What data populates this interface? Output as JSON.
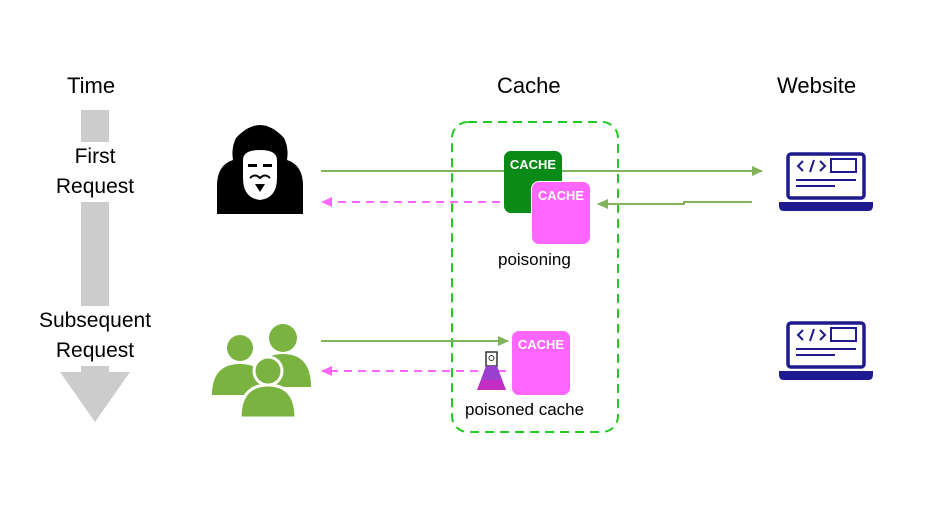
{
  "columns": {
    "time": "Time",
    "cache": "Cache",
    "website": "Website"
  },
  "time_axis": {
    "first_line1": "First",
    "first_line2": "Request",
    "subsequent_line1": "Subsequent",
    "subsequent_line2": "Request"
  },
  "cache_box": {
    "tile_text": "CACHE",
    "poisoning_label": "poisoning",
    "poisoned_label": "poisoned cache"
  },
  "colors": {
    "request_arrow": "#80b35c",
    "response_arrow": "#ff66ff",
    "cache_border": "#22c922",
    "cache_green": "#0a8a17",
    "cache_pink": "#ff66ff",
    "laptop": "#1f1a8f",
    "users": "#7ab33f",
    "timeline": "#cccccc"
  },
  "icons": [
    "hacker-icon",
    "users-icon",
    "laptop-code-icon",
    "flask-icon"
  ]
}
